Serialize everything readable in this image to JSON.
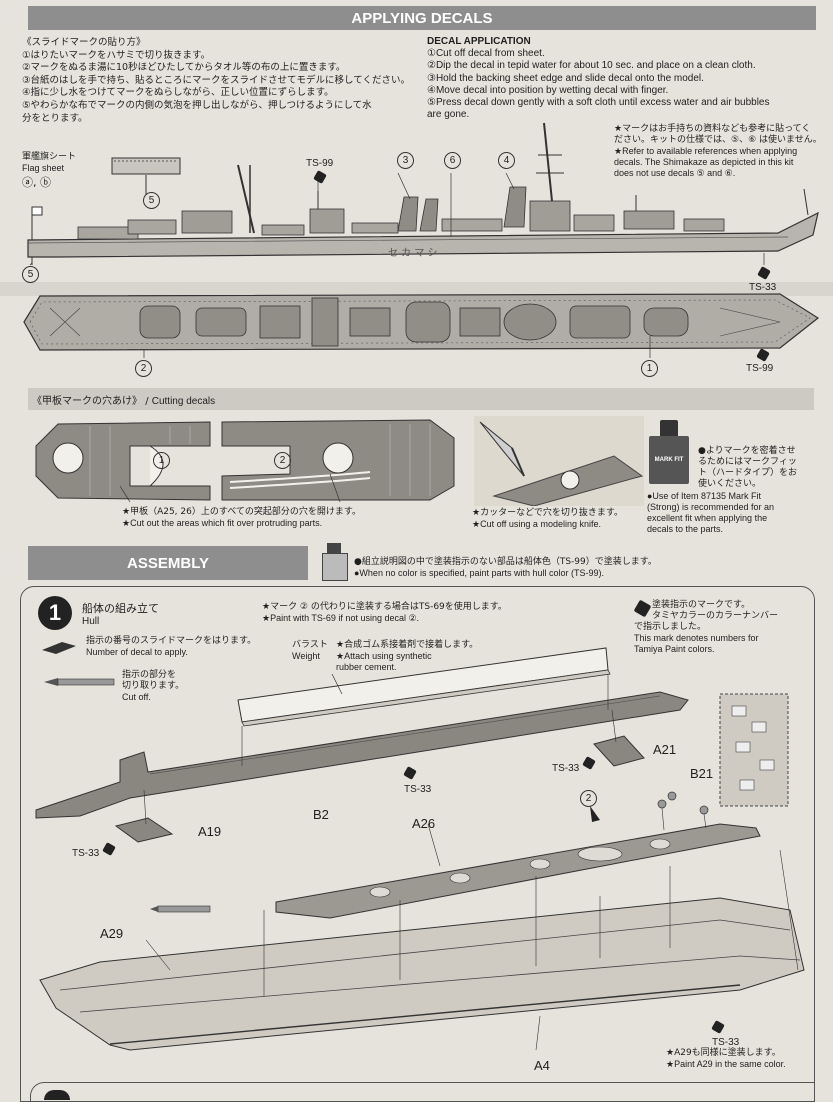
{
  "decals": {
    "banner": "APPLYING DECALS",
    "jp_heading": "《スライドマークの貼り方》",
    "jp_steps": [
      "①はりたいマークをハサミで切り抜きます。",
      "②マークをぬるま湯に10秒ほどひたしてからタオル等の布の上に置きます。",
      "③台紙のはしを手で持ち、貼るところにマークをスライドさせてモデルに移してください。",
      "④指に少し水をつけてマークをぬらしながら、正しい位置にずらします。",
      "⑤やわらかな布でマークの内側の気泡を押し出しながら、押しつけるようにして水",
      "分をとります。"
    ],
    "en_heading": "DECAL APPLICATION",
    "en_steps": [
      "①Cut off decal from sheet.",
      "②Dip the decal in tepid water for about 10 sec. and place on a clean cloth.",
      "③Hold the backing sheet edge and slide decal onto the model.",
      "④Move decal into position by wetting decal with finger.",
      "⑤Press decal down gently with a soft cloth until excess water and air bubbles",
      "are gone."
    ],
    "note_jp": [
      "★マークはお手持ちの資料なども参考に貼ってく",
      "ださい。キットの仕様では、⑤、⑥ は使いません。"
    ],
    "note_en": [
      "★Refer to available references when applying",
      "decals. The Shimakaze as depicted in this kit",
      "does not use decals ⑤ and ⑥."
    ],
    "flag_sheet_jp": "軍艦旗シート",
    "flag_sheet_en": "Flag sheet",
    "flag_marks": "ⓐ, ⓑ",
    "ship_name_kana": "セ カ マ シ",
    "ts99": "TS-99",
    "ts33": "TS-33",
    "num1": "1",
    "num2": "2",
    "num3": "3",
    "num4": "4",
    "num5": "5",
    "num6": "6"
  },
  "cutting": {
    "heading_jp": "《甲板マークの穴あけ》",
    "heading_sep": "/",
    "heading_en": "Cutting decals",
    "num1": "1",
    "num2": "2",
    "areas_jp": "★甲板（A25, 26）上のすべての突起部分の穴を開けます。",
    "areas_en": "★Cut out the areas which fit over protruding parts.",
    "knife_jp": "★カッターなどで穴を切り抜きます。",
    "knife_en": "★Cut off using a modeling knife.",
    "markfit_jp": [
      "●よりマークを密着させ",
      "るためにはマークフィッ",
      "ト（ハードタイプ）をお",
      "使いください。"
    ],
    "markfit_en": [
      "●Use of Item 87135 Mark Fit",
      "(Strong) is recommended for an",
      "excellent fit when applying the",
      "decals to the parts."
    ],
    "bottle_label": "MARK FIT"
  },
  "assembly": {
    "banner": "ASSEMBLY",
    "paint_note_jp": "●組立説明図の中で塗装指示のない部品は船体色（TS-99）で塗装します。",
    "paint_note_en": "●When no color is specified, paint parts with hull color (TS-99).",
    "step_number": "1",
    "step_title_jp": "船体の組み立て",
    "step_title_en": "Hull",
    "ts69_jp": "★マーク ② の代わりに塗装する場合はTS-69を使用します。",
    "ts69_en": "★Paint with TS-69 if not using decal ②.",
    "mark_jp": [
      "塗装指示のマークです。",
      "タミヤカラーのカラーナンバー",
      "で指示しました。"
    ],
    "mark_en": [
      "This mark denotes numbers for",
      "Tamiya Paint colors."
    ],
    "decal_num_jp": "指示の番号のスライドマークをはります。",
    "decal_num_en": "Number of decal to apply.",
    "cut_jp": [
      "指示の部分を",
      "切り取ります。"
    ],
    "cut_en": "Cut off.",
    "ballast_jp": "バラスト",
    "ballast_en": "Weight",
    "rubber_jp": "★合成ゴム系接着剤で接着します。",
    "rubber_en": [
      "★Attach using synthetic",
      "rubber cement."
    ],
    "parts": {
      "a21": "A21",
      "b21": "B21",
      "a19": "A19",
      "b2": "B2",
      "a26": "A26",
      "a29": "A29",
      "a4": "A4"
    },
    "ts33": "TS-33",
    "decal2": "2",
    "a29_note_jp": "★A29も同様に塗装します。",
    "a29_note_en": "★Paint A29 in the same color."
  }
}
